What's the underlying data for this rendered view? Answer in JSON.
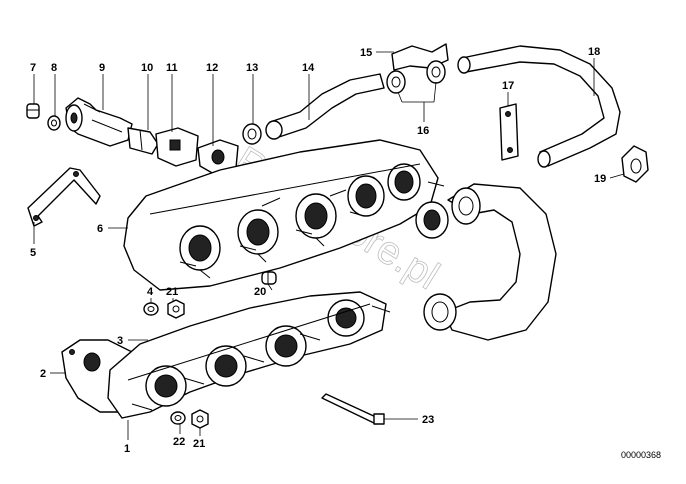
{
  "diagram": {
    "callouts": [
      {
        "id": "c1",
        "text": "1"
      },
      {
        "id": "c2",
        "text": "2"
      },
      {
        "id": "c3",
        "text": "3"
      },
      {
        "id": "c4",
        "text": "4"
      },
      {
        "id": "c5",
        "text": "5"
      },
      {
        "id": "c6",
        "text": "6"
      },
      {
        "id": "c7",
        "text": "7"
      },
      {
        "id": "c8",
        "text": "8"
      },
      {
        "id": "c9",
        "text": "9"
      },
      {
        "id": "c10",
        "text": "10"
      },
      {
        "id": "c11",
        "text": "11"
      },
      {
        "id": "c12",
        "text": "12"
      },
      {
        "id": "c13",
        "text": "13"
      },
      {
        "id": "c14",
        "text": "14"
      },
      {
        "id": "c15",
        "text": "15"
      },
      {
        "id": "c16",
        "text": "16"
      },
      {
        "id": "c17",
        "text": "17"
      },
      {
        "id": "c18",
        "text": "18"
      },
      {
        "id": "c19",
        "text": "19"
      },
      {
        "id": "c20",
        "text": "20"
      },
      {
        "id": "c21a",
        "text": "21"
      },
      {
        "id": "c21b",
        "text": "21"
      },
      {
        "id": "c22",
        "text": "22"
      },
      {
        "id": "c23",
        "text": "23"
      }
    ],
    "document_number": "00000368",
    "watermark": "RMWstore.pl"
  }
}
